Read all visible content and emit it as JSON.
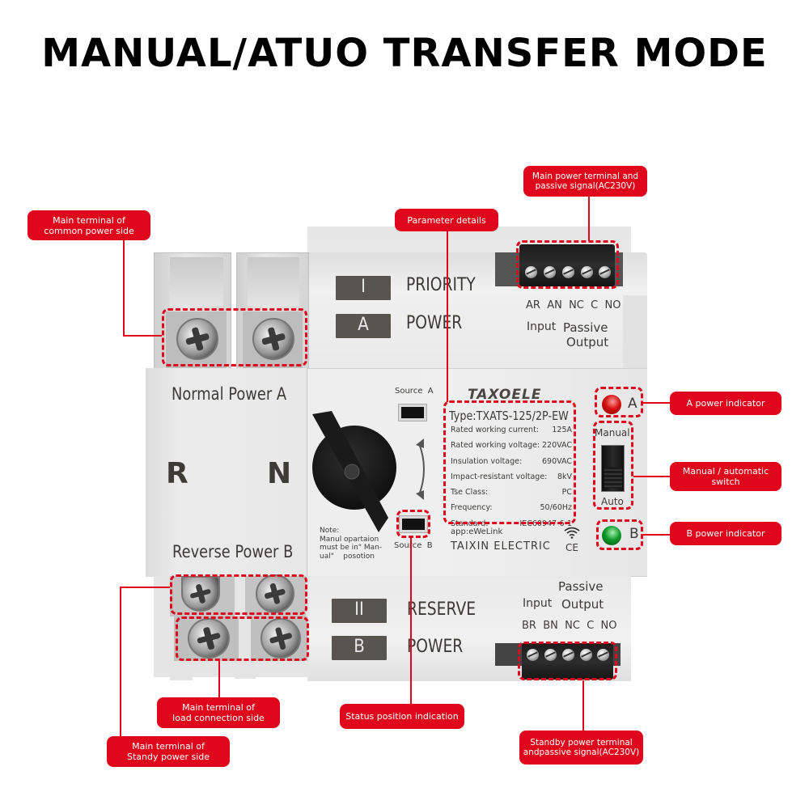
{
  "title": "MANUAL/ATUO TRANSFER MODE",
  "colors": {
    "accent": "#e0061b",
    "label_box": "#58544f",
    "led_a": "#d40f0f",
    "led_b": "#0f9a2a"
  },
  "device": {
    "upper": {
      "box1": "I",
      "text1": "PRIORITY",
      "box2": "A",
      "text2": "POWER"
    },
    "lower": {
      "box1": "II",
      "text1": "RESERVE",
      "box2": "B",
      "text2": "POWER"
    },
    "left_panel": {
      "top": "Normal Power A",
      "r": "R",
      "n": "N",
      "bottom": "Reverse Power B"
    },
    "source_a": "Source  A",
    "source_b": "Source  B",
    "note": [
      "Note:",
      "Manul opartaion",
      "must be in\" Man-",
      "ual\"    posotion"
    ],
    "brand": "TAXOELE",
    "spec_type": "Type:TXATS-125/2P-EW",
    "specs": [
      {
        "label": "Rated working current:",
        "value": "125A"
      },
      {
        "label": "Rated working voltage:",
        "value": "220VAC"
      },
      {
        "label": "Insulation voltage:",
        "value": "690VAC"
      },
      {
        "label": "Impact-resistant voltage:",
        "value": "8kV"
      },
      {
        "label": "Tse Class:",
        "value": "PC"
      },
      {
        "label": "Frequency:",
        "value": "50/60Hz"
      },
      {
        "label": "Standard:",
        "value": "IEC60947-6-1"
      }
    ],
    "app": "app:eWeLink",
    "maker": "TAIXIN ELECTRIC",
    "ce": "CE",
    "led_a_label": "A",
    "led_b_label": "B",
    "switch_top": "Manual",
    "switch_bottom": "Auto",
    "top_terminal": {
      "pins": "AR  AN  NC  C  NO",
      "input": "Input",
      "output1": "Passive",
      "output2": "Output"
    },
    "bottom_terminal": {
      "pins": "BR  BN  NC  C  NO",
      "input": "Input",
      "output1": "Passive",
      "output2": "Output"
    }
  },
  "callouts": {
    "common_power": "Main terminal of\ncommon power side",
    "parameter": "Parameter details",
    "main_power_terminal": "Main power terminal and\npassive signal(AC230V)",
    "a_indicator": "A power indicator",
    "manual_auto": "Manual / automatic\nswitch",
    "b_indicator": "B power indicator",
    "load_side": "Main terminal of\nload connection side",
    "status_position": "Status position indication",
    "standby_power": "Main terminal of\nStandy power side",
    "standby_terminal": "Standby power terminal\nandpassive signal(AC230V)"
  }
}
